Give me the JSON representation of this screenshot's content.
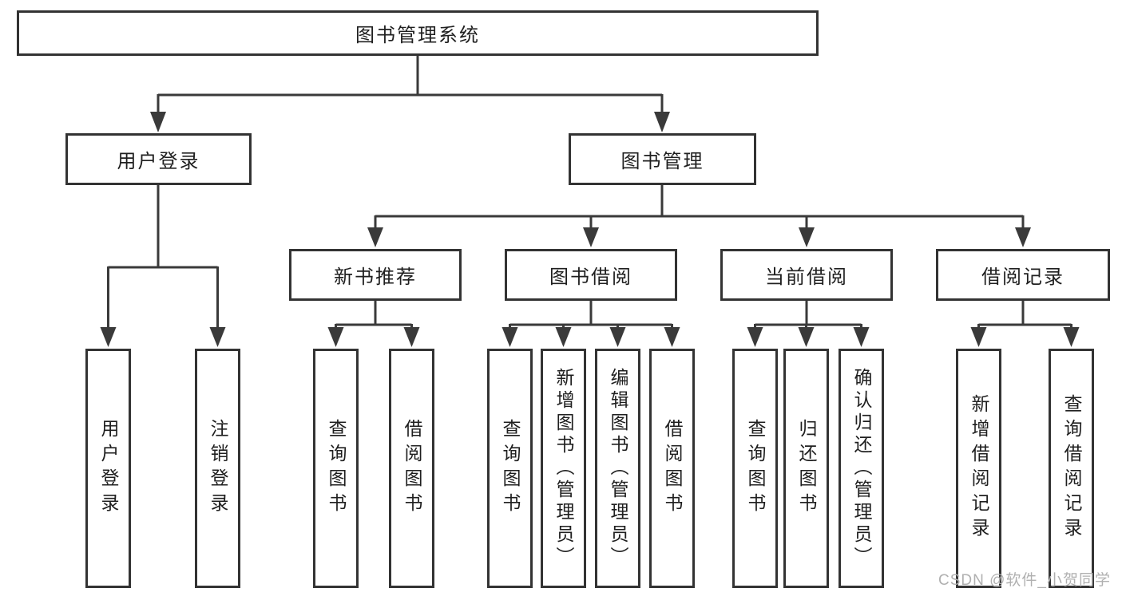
{
  "diagram": {
    "root": {
      "label": "图书管理系统"
    },
    "level1": [
      {
        "label": "用户登录"
      },
      {
        "label": "图书管理"
      }
    ],
    "level2": [
      {
        "label": "新书推荐"
      },
      {
        "label": "图书借阅"
      },
      {
        "label": "当前借阅"
      },
      {
        "label": "借阅记录"
      }
    ],
    "leaves": {
      "user": [
        "用户登录",
        "注销登录"
      ],
      "recommend": [
        "查询图书",
        "借阅图书"
      ],
      "borrow": [
        "查询图书",
        "新增图书（管理员）",
        "编辑图书（管理员）",
        "借阅图书"
      ],
      "current": [
        "查询图书",
        "归还图书",
        "确认归还（管理员）"
      ],
      "records": [
        "新增借阅记录",
        "查询借阅记录"
      ]
    }
  },
  "watermark": {
    "text": "CSDN @软件_小贺同学"
  },
  "colors": {
    "line": "#3a3a3a",
    "box_border": "#333333",
    "text": "#1f1f1f",
    "background": "#ffffff",
    "watermark": "#b0b0b0"
  }
}
